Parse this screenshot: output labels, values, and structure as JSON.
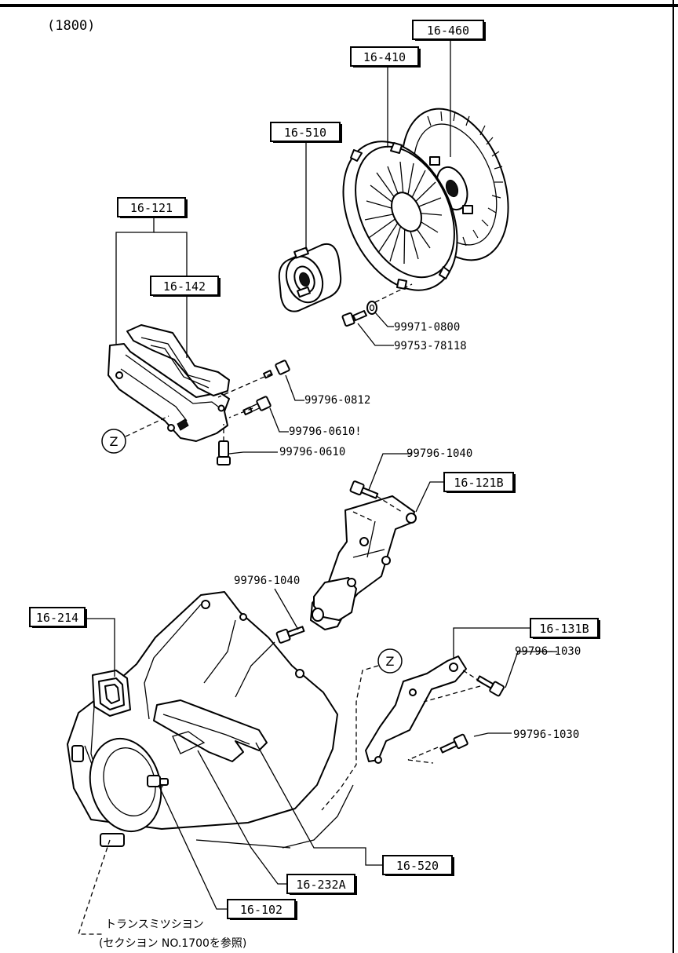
{
  "header": {
    "model": "(1800)"
  },
  "callouts": {
    "c16_460": "16-460",
    "c16_410": "16-410",
    "c16_510": "16-510",
    "c16_121": "16-121",
    "c16_142": "16-142",
    "c16_121B": "16-121B",
    "c16_214": "16-214",
    "c16_131B": "16-131B",
    "c16_520": "16-520",
    "c16_232A": "16-232A",
    "c16_102": "16-102"
  },
  "part_numbers": {
    "p99971_0800": "99971-0800",
    "p99753_78118": "99753-78118",
    "p99796_0812": "99796-0812",
    "p99796_0610a": "99796-0610!",
    "p99796_0610b": "99796-0610",
    "p99796_1040a": "99796-1040",
    "p99796_1040b": "99796-1040",
    "p99796_1030a": "99796-1030",
    "p99796_1030b": "99796-1030"
  },
  "ref_marks": {
    "z1": "Z",
    "z2": "Z"
  },
  "footnote": {
    "line1": "トランスミツシヨン",
    "line2": "(セクシヨン NO.1700を参照)"
  }
}
